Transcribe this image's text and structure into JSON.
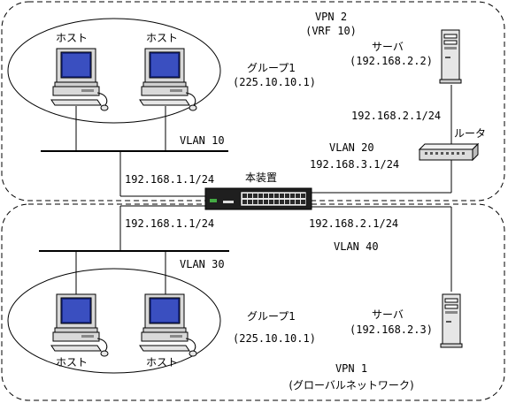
{
  "vpn2": {
    "title": "VPN 2",
    "sub": "(VRF 10)"
  },
  "vpn1": {
    "title": "VPN 1",
    "sub": "(グローバルネットワーク)"
  },
  "top_hosts": [
    "ホスト",
    "ホスト"
  ],
  "bottom_hosts": [
    "ホスト",
    "ホスト"
  ],
  "group_top": {
    "name": "グループ1",
    "addr": "(225.10.10.1)"
  },
  "group_bottom": {
    "name": "グループ1",
    "addr": "(225.10.10.1)"
  },
  "server_top": {
    "label": "サーバ",
    "addr": "(192.168.2.2)"
  },
  "server_bottom": {
    "label": "サーバ",
    "addr": "(192.168.2.3)"
  },
  "router": {
    "label": "ルータ",
    "iface": "192.168.2.1/24"
  },
  "device": {
    "label": "本装置"
  },
  "vlan10": "VLAN 10",
  "vlan20": {
    "name": "VLAN 20",
    "addr": "192.168.3.1/24"
  },
  "vlan30": "VLAN 30",
  "vlan40": "VLAN 40",
  "ip_top_left": "192.168.1.1/24",
  "ip_bottom_left": "192.168.1.1/24",
  "ip_bottom_right": "192.168.2.1/24"
}
